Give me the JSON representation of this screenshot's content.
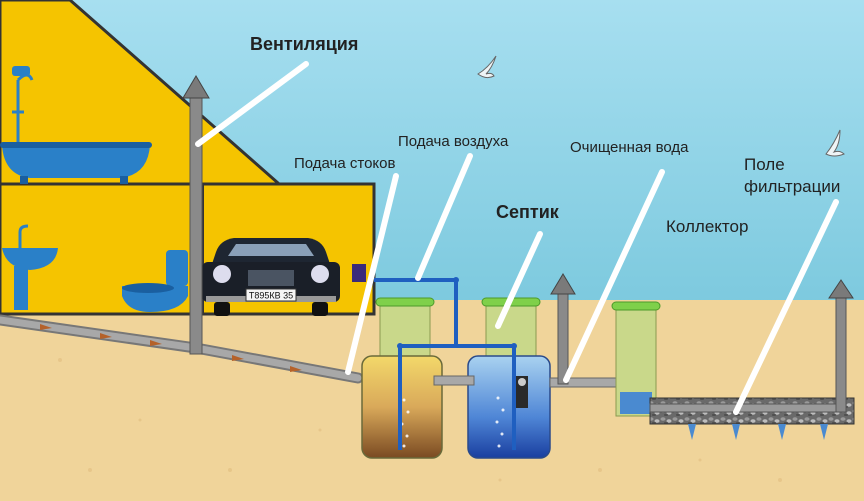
{
  "labels": {
    "ventilation": "Вентиляция",
    "air_supply": "Подача воздуха",
    "waste_supply": "Подача стоков",
    "clean_water": "Очищенная вода",
    "septic": "Септик",
    "collector": "Коллектор",
    "filtration_field_line1": "Поле",
    "filtration_field_line2": "фильтрации"
  },
  "car": {
    "license_plate": "Т895КВ 35"
  },
  "colors": {
    "sky": "#8fd3e6",
    "ground": "#f0d49a",
    "house_wall": "#f5c400",
    "pipe": "#8a8a8a",
    "water_blue": "#3a72c8",
    "water_pipe": "#2a66c4",
    "chamber_green": "#c9d88a",
    "lid_green": "#7fd04a",
    "sludge_brown": "#9a6a3a"
  },
  "icons": {
    "shower": "shower-icon",
    "bathtub": "bathtub-icon",
    "sink": "sink-icon",
    "toilet": "toilet-icon",
    "car": "car-icon",
    "bird": "seagull-icon"
  }
}
